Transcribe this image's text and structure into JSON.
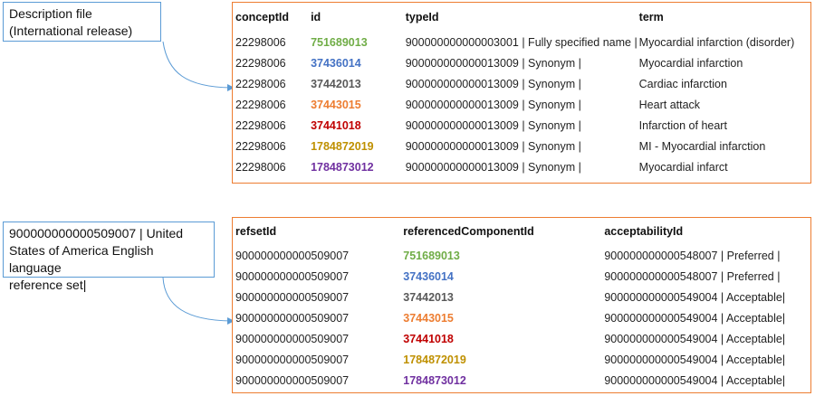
{
  "label1": {
    "lines": [
      "Description file",
      "(International release)"
    ]
  },
  "label2": {
    "lines": [
      "900000000000509007 | United",
      "States of America English language",
      "reference set|"
    ]
  },
  "table1": {
    "headers": [
      "conceptId",
      "id",
      "typeId",
      "term"
    ],
    "rows": [
      [
        "22298006",
        "751689013",
        "900000000000003001 | Fully specified name |",
        "Myocardial infarction (disorder)"
      ],
      [
        "22298006",
        "37436014",
        "900000000000013009 | Synonym |",
        "Myocardial infarction"
      ],
      [
        "22298006",
        "37442013",
        "900000000000013009 | Synonym |",
        "Cardiac infarction"
      ],
      [
        "22298006",
        "37443015",
        "900000000000013009 | Synonym |",
        "Heart attack"
      ],
      [
        "22298006",
        "37441018",
        "900000000000013009 | Synonym |",
        "Infarction of heart"
      ],
      [
        "22298006",
        "1784872019",
        "900000000000013009 | Synonym |",
        "MI - Myocardial infarction"
      ],
      [
        "22298006",
        "1784873012",
        "900000000000013009 | Synonym |",
        "Myocardial infarct"
      ]
    ]
  },
  "table2": {
    "headers": [
      "refsetId",
      "referencedComponentId",
      "acceptabilityId"
    ],
    "rows": [
      [
        "900000000000509007",
        "751689013",
        "900000000000548007 | Preferred |"
      ],
      [
        "900000000000509007",
        "37436014",
        "900000000000548007 | Preferred |"
      ],
      [
        "900000000000509007",
        "37442013",
        "900000000000549004 | Acceptable|"
      ],
      [
        "900000000000509007",
        "37443015",
        "900000000000549004 | Acceptable|"
      ],
      [
        "900000000000509007",
        "37441018",
        "900000000000549004 | Acceptable|"
      ],
      [
        "900000000000509007",
        "1784872019",
        "900000000000549004 | Acceptable|"
      ],
      [
        "900000000000509007",
        "1784873012",
        "900000000000549004 | Acceptable|"
      ]
    ]
  },
  "id_colors": [
    "#70ad47",
    "#4472c4",
    "#595959",
    "#ed7d31",
    "#c00000",
    "#bf9000",
    "#7030a0"
  ],
  "colors": {
    "label_border": "#5b9bd5",
    "table_border": "#ed7d31",
    "arrow": "#5b9bd5"
  }
}
